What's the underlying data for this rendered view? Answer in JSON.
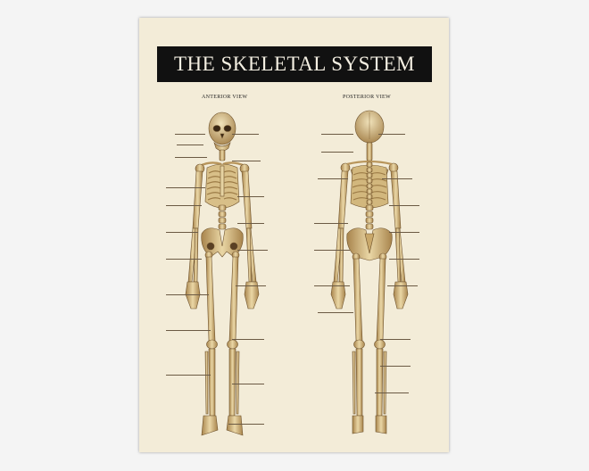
{
  "poster": {
    "title": "THE SKELETAL SYSTEM",
    "views": {
      "anterior": "ANTERIOR VIEW",
      "posterior": "POSTERIOR VIEW"
    }
  },
  "colors": {
    "page_background": "#f4f4f4",
    "poster_background": "#f3ecd8",
    "banner": "#111111",
    "banner_text": "#f4efe2",
    "bone_light": "#e9d7a8",
    "bone_mid": "#c9a86a",
    "bone_dark": "#8a6a3c"
  }
}
